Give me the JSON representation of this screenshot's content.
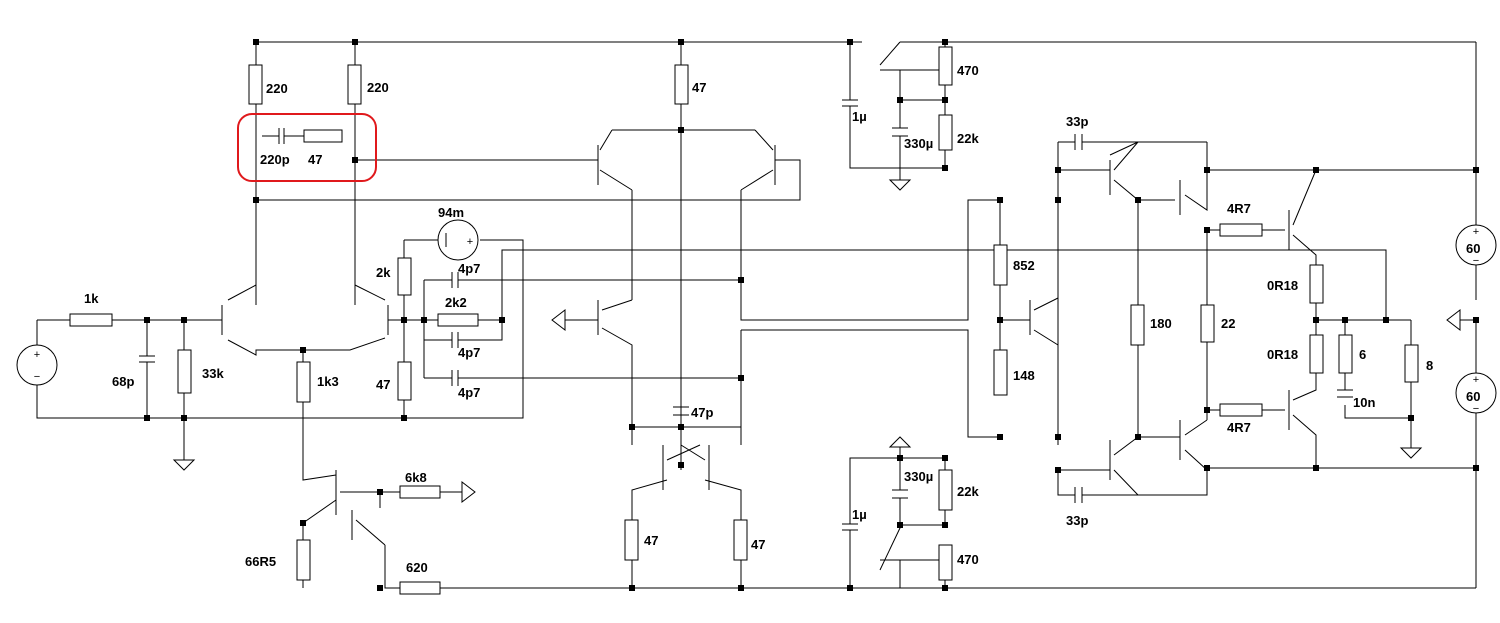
{
  "components": {
    "r_col_left": "220",
    "r_col_right": "220",
    "r_tail_top": "47",
    "c_comp": "220p",
    "r_comp": "47",
    "r_in": "1k",
    "c_in": "68p",
    "r_bias": "33k",
    "r_tail": "1k3",
    "r_fb_top": "2k",
    "r_fb_bot": "47",
    "r_fb_mid": "2k2",
    "c_4p7_a": "4p7",
    "c_4p7_b": "4p7",
    "c_4p7_c": "4p7",
    "v_offset": "94m",
    "r_6k8": "6k8",
    "r_66r5": "66R5",
    "r_620": "620",
    "c_47p": "47p",
    "r_mirror_l": "47",
    "r_mirror_r": "47",
    "c_1u_top": "1µ",
    "c_330u_top": "330µ",
    "r_470_top": "470",
    "r_22k_top": "22k",
    "c_1u_bot": "1µ",
    "c_330u_bot": "330µ",
    "r_22k_bot": "22k",
    "r_470_bot": "470",
    "c_33p_top": "33p",
    "c_33p_bot": "33p",
    "r_852": "852",
    "r_148": "148",
    "r_180": "180",
    "r_22": "22",
    "r_4r7_top": "4R7",
    "r_4r7_bot": "4R7",
    "r_0r18_top": "0R18",
    "r_0r18_bot": "0R18",
    "r_zobel": "6",
    "c_zobel": "10n",
    "r_load": "8",
    "v_pos": "60",
    "v_neg": "60"
  },
  "source_signs": {
    "plus": "+",
    "minus": "−"
  },
  "colors": {
    "wire": "#000000",
    "highlight": "#e0191c",
    "background": "#ffffff"
  }
}
